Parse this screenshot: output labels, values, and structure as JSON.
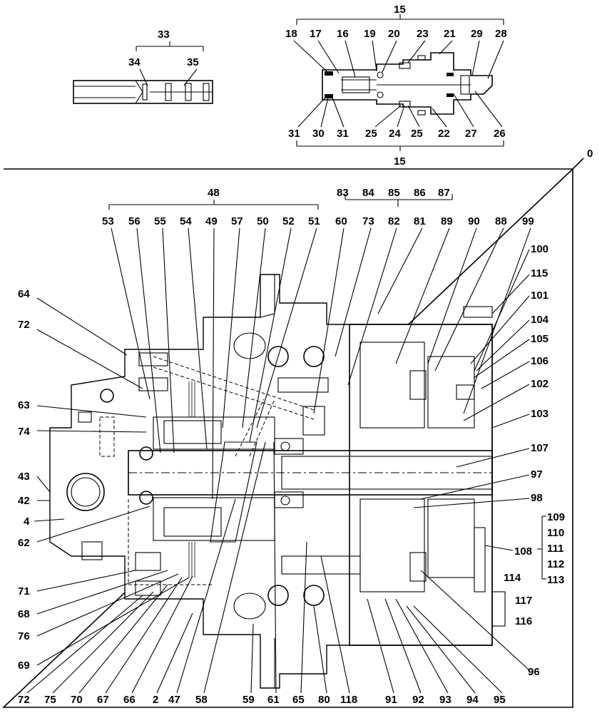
{
  "diagram": {
    "frame_number": "0",
    "group_labels": {
      "g33": "33",
      "g15_top": "15",
      "g15_bottom": "15",
      "g48": "48",
      "g83_87": [
        "83",
        "84",
        "85",
        "86",
        "87"
      ]
    },
    "detail_33_callouts": [
      "34",
      "35"
    ],
    "detail_15_top_callouts": [
      "18",
      "17",
      "16",
      "19",
      "20",
      "23",
      "21",
      "29",
      "28"
    ],
    "detail_15_bottom_callouts": [
      "31",
      "30",
      "31",
      "25",
      "24",
      "25",
      "22",
      "27",
      "26"
    ],
    "main_top_callouts": [
      "53",
      "56",
      "55",
      "54",
      "49",
      "57",
      "50",
      "52",
      "51",
      "60",
      "73",
      "82",
      "81",
      "89",
      "90",
      "88",
      "99"
    ],
    "left_callouts": [
      "64",
      "72",
      "63",
      "74",
      "43",
      "42",
      "4",
      "62",
      "71",
      "68",
      "76",
      "69"
    ],
    "right_callouts": [
      "100",
      "115",
      "101",
      "104",
      "105",
      "106",
      "102",
      "103",
      "107",
      "97",
      "98",
      "108",
      "114",
      "117",
      "116",
      "96"
    ],
    "bracket_right_callouts": [
      "109",
      "110",
      "111",
      "112",
      "113"
    ],
    "bottom_callouts": [
      "72",
      "75",
      "70",
      "67",
      "66",
      "2",
      "47",
      "58",
      "59",
      "61",
      "65",
      "80",
      "118",
      "91",
      "92",
      "93",
      "94",
      "95"
    ]
  }
}
